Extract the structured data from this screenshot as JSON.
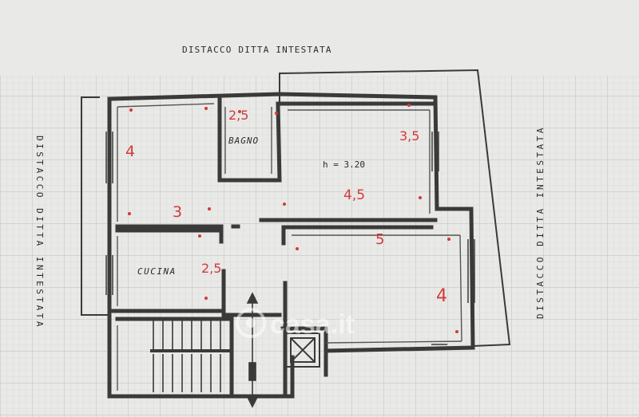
{
  "surroundings": {
    "top": "DISTACCO DITTA INTESTATA",
    "left": "DISTACCO DITTA INTESTATA",
    "right": "DISTACCO DITTA INTESTATA"
  },
  "rooms": {
    "bathroom": {
      "name": "BAGNO",
      "dimension": "2,5"
    },
    "living": {
      "height_note": "h = 3.20",
      "dim_right": "3,5",
      "dim_bottom": "4,5"
    },
    "bedroom_left": {
      "dim_side": "4",
      "dim_bottom": "3"
    },
    "kitchen": {
      "name": "CUCINA",
      "dimension": "2,5"
    },
    "bedroom_right": {
      "dim_top": "5",
      "dim_side": "4"
    }
  },
  "watermark": {
    "text": "casa.it"
  },
  "colors": {
    "paper": "#e9e9e7",
    "grid": "#c9c9c7",
    "wall": "#3a3a3a",
    "annotation": "#d23a3a"
  }
}
